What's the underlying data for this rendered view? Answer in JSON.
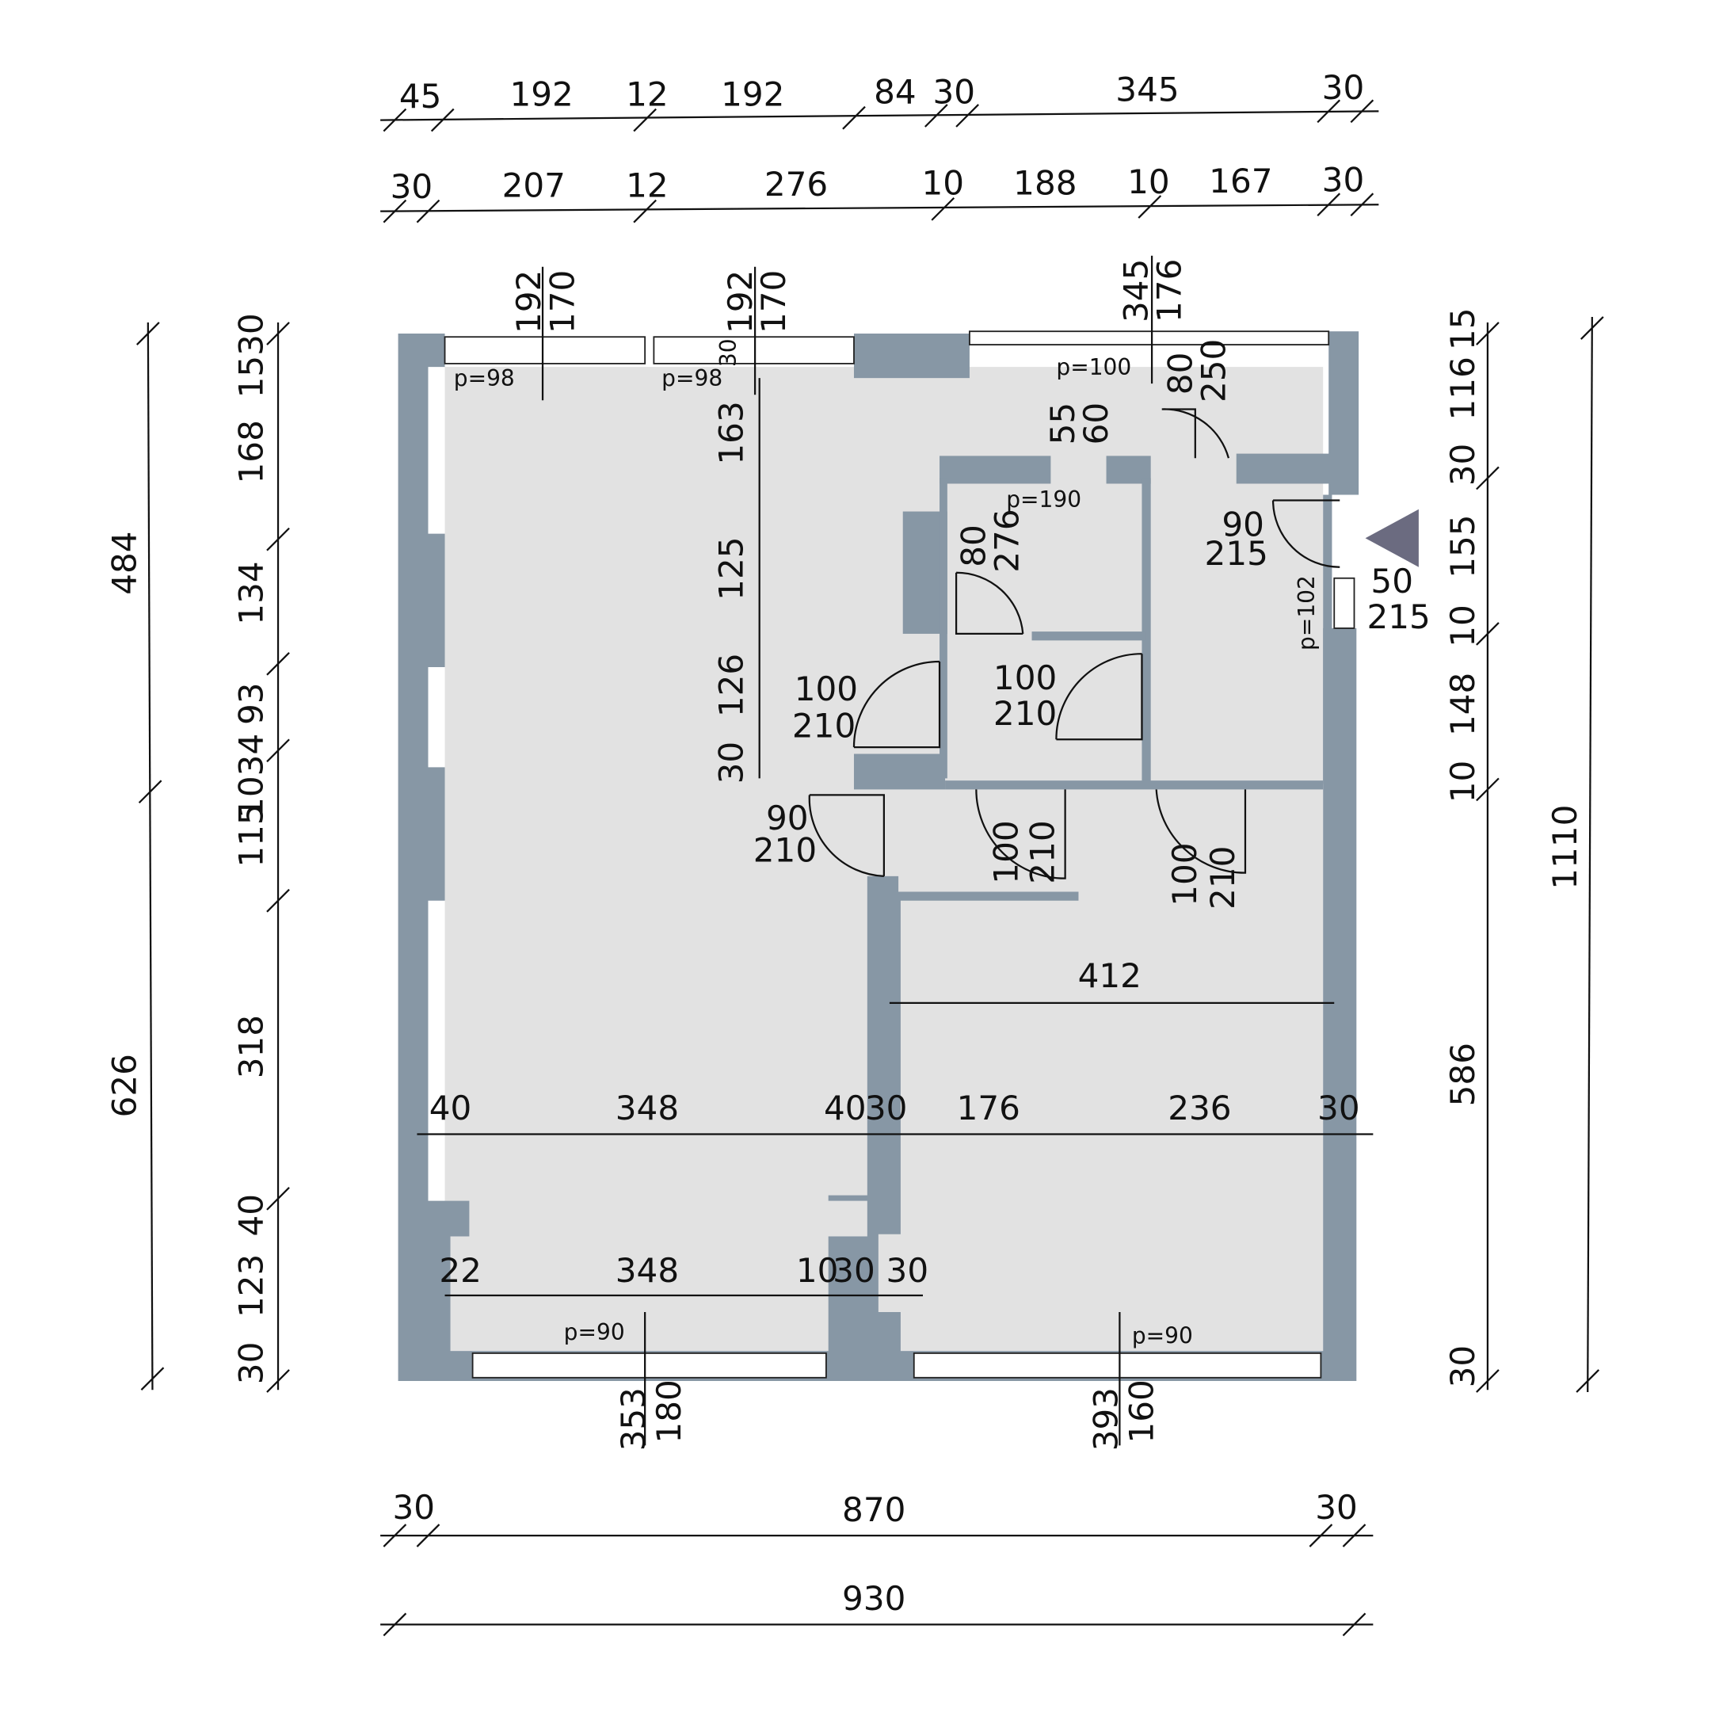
{
  "title": "Floor plan with dimensions",
  "colors": {
    "wall": "#8797a5",
    "floor": "#e2e2e2",
    "marker": "#6b6b80"
  },
  "top_row1": [
    "45",
    "192",
    "12",
    "192",
    "84",
    "30",
    "345",
    "30"
  ],
  "top_row2": [
    "30",
    "207",
    "12",
    "276",
    "10",
    "188",
    "10",
    "167",
    "30"
  ],
  "top_windows": [
    "192",
    "170",
    "192",
    "170",
    "30",
    "345",
    "176"
  ],
  "left_outer": [
    "484",
    "626"
  ],
  "left_inner": [
    "1530",
    "168",
    "134",
    "93",
    "1034",
    "115",
    "318",
    "40",
    "123",
    "30"
  ],
  "right_inner": [
    "15",
    "116",
    "30",
    "155",
    "10",
    "148",
    "10",
    "586",
    "30"
  ],
  "right_outer": [
    "1110"
  ],
  "bottom_row1": [
    "30",
    "870",
    "30"
  ],
  "bottom_row2": [
    "930"
  ],
  "bottom_windows": [
    "353",
    "180",
    "393",
    "160"
  ],
  "sills": [
    "p=98",
    "p=98",
    "p=100",
    "p=190",
    "p=102",
    "p=90",
    "p=90"
  ],
  "inner_vertical": [
    "163",
    "125",
    "126",
    "30"
  ],
  "doors": [
    "55",
    "60",
    "80",
    "250",
    "80",
    "276",
    "90",
    "215",
    "50",
    "215",
    "100",
    "210",
    "100",
    "210",
    "90",
    "210",
    "100",
    "210",
    "100",
    "210"
  ],
  "room_row1": [
    "412"
  ],
  "room_row2": [
    "40",
    "348",
    "40",
    "30",
    "176",
    "236",
    "30"
  ],
  "room_row3": [
    "22",
    "348",
    "10",
    "30",
    "30"
  ]
}
